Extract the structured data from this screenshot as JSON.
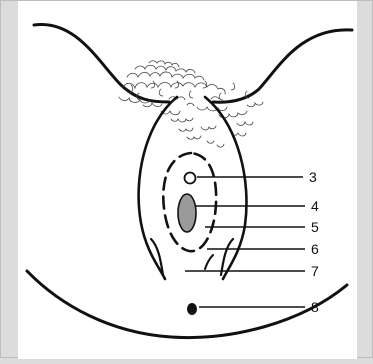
{
  "diagram": {
    "colors": {
      "background": "#dcdcdc",
      "panel": "#ffffff",
      "ink": "#111111",
      "shaded_opening": "#9a9a9a"
    },
    "labels": [
      {
        "id": "3",
        "text": "3"
      },
      {
        "id": "4",
        "text": "4"
      },
      {
        "id": "5",
        "text": "5"
      },
      {
        "id": "6",
        "text": "6"
      },
      {
        "id": "7",
        "text": "7"
      },
      {
        "id": "8",
        "text": "8"
      }
    ]
  }
}
